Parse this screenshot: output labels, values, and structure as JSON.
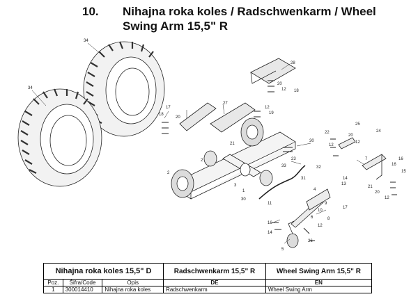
{
  "header": {
    "number": "10.",
    "title_line1": "Nihajna roka koles / Radschwenkarm / Wheel",
    "title_line2": "Swing Arm 15,5\" R"
  },
  "callouts": [
    "34",
    "34",
    "28",
    "20",
    "12",
    "18",
    "17",
    "18",
    "20",
    "27",
    "12",
    "19",
    "21",
    "2",
    "22",
    "25",
    "24",
    "20",
    "12",
    "30",
    "23",
    "32",
    "7",
    "16",
    "16",
    "15",
    "14",
    "13",
    "31",
    "33",
    "3",
    "4",
    "2",
    "1",
    "30",
    "11",
    "9",
    "10",
    "8",
    "12",
    "6",
    "17",
    "16",
    "14",
    "5",
    "26",
    "12",
    "21",
    "20",
    "12"
  ],
  "table": {
    "title": "Nihajna roka koles 15,5\" D",
    "lang_de": "Radschwenkarm 15,5\" R",
    "lang_en": "Wheel Swing Arm 15,5\" R",
    "columns": [
      "Poz.",
      "Šifra/Code",
      "Opis",
      "DE",
      "EN"
    ],
    "rows": [
      {
        "pos": "1",
        "code": "300014410",
        "desc": "Nihajna roka koles",
        "de": "Radschwenkarm",
        "en": "Wheel Swing Arm"
      }
    ]
  }
}
